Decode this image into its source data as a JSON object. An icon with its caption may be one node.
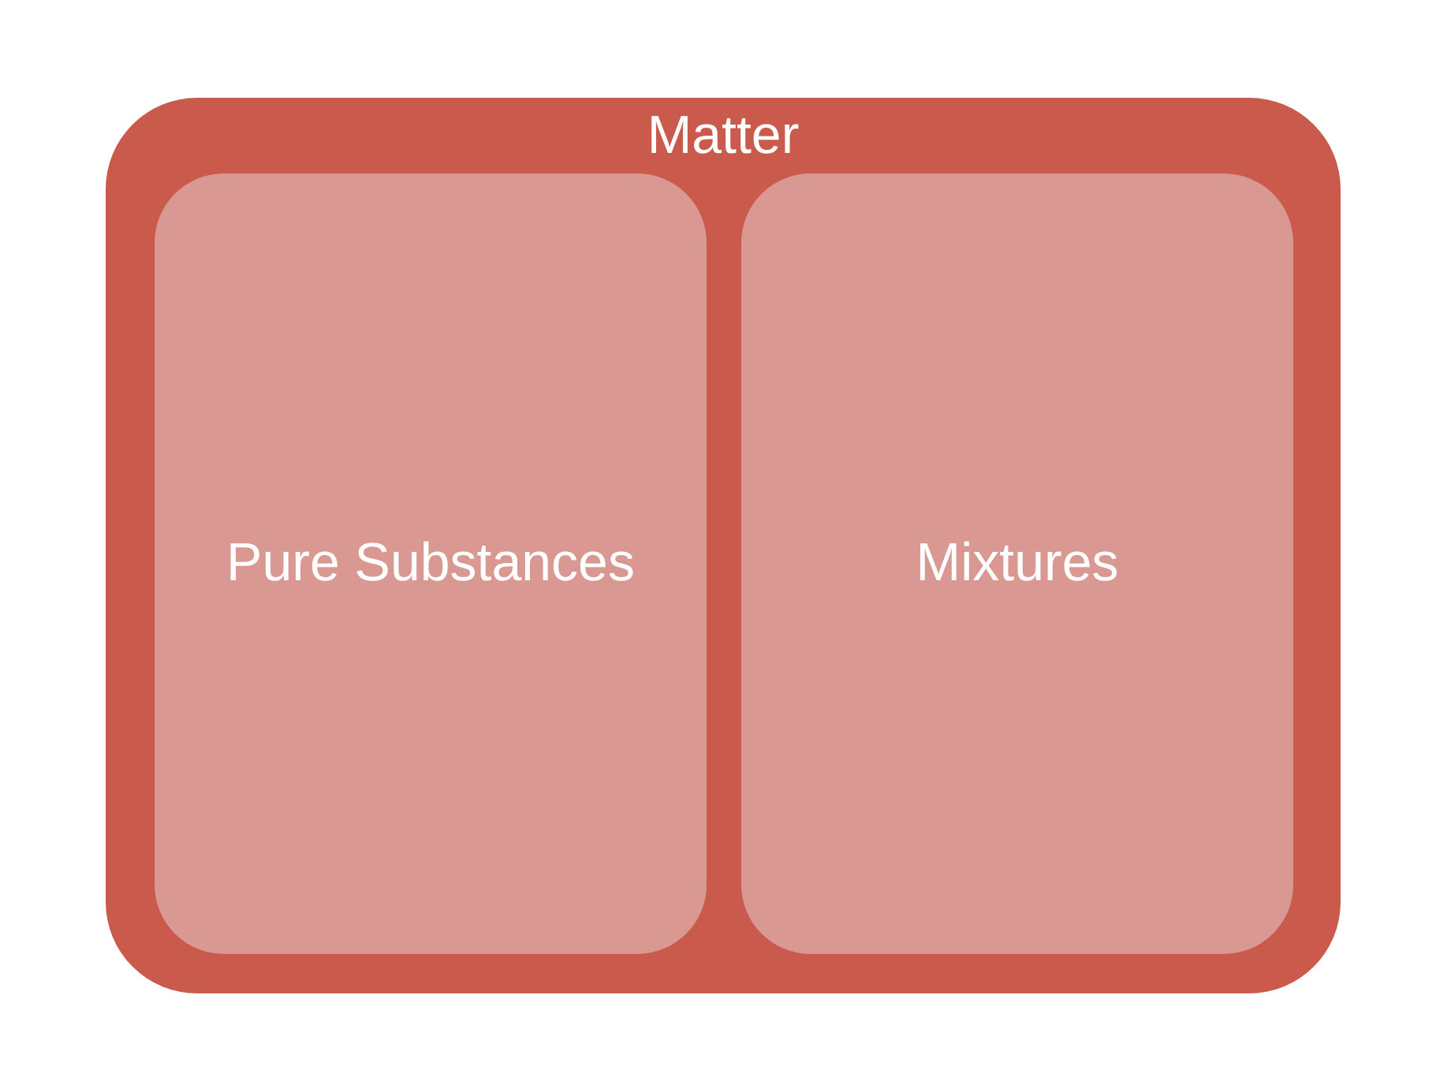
{
  "diagram": {
    "nodes": [
      {
        "text": [
          "Matter"
        ]
      },
      {
        "text": [
          "Pure Substances"
        ],
        "in": 0
      },
      {
        "text": [
          "Mixtures"
        ],
        "in": 0
      }
    ]
  }
}
